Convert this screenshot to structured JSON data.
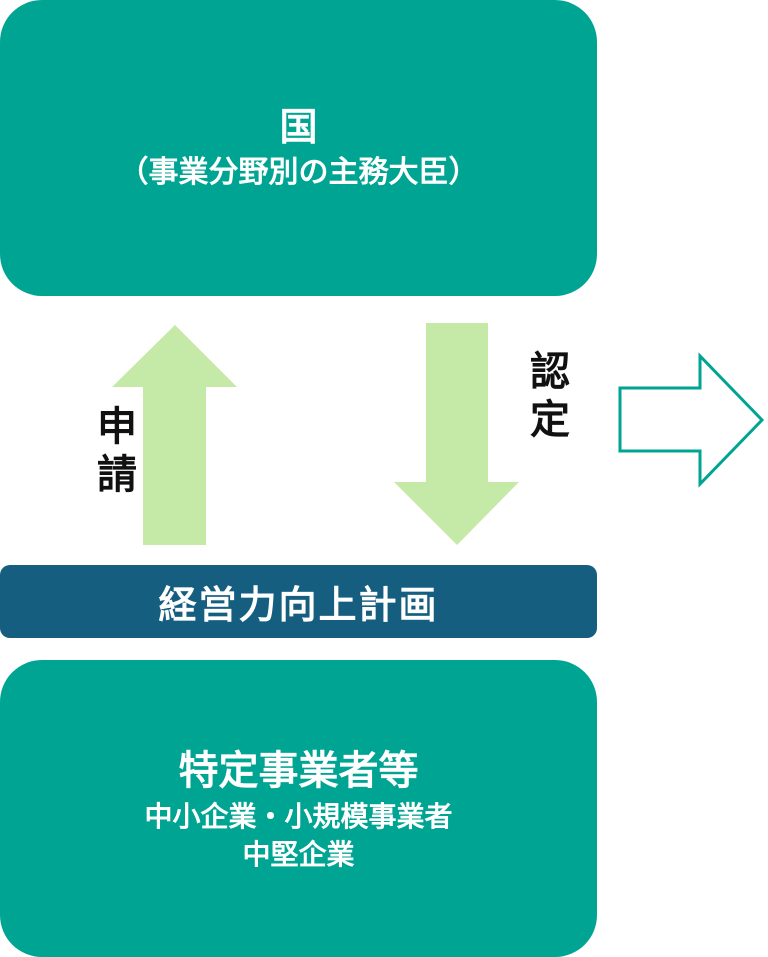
{
  "top_box": {
    "title": "国",
    "subtitle": "（事業分野別の主務大臣）"
  },
  "plan_bar": {
    "label": "経営力向上計画"
  },
  "bottom_box": {
    "title": "特定事業者等",
    "line1": "中小企業・小規模事業者",
    "line2": "中堅企業"
  },
  "arrows": {
    "apply_label": "申請",
    "approve_label": "認定"
  },
  "colors": {
    "teal": "#00A493",
    "navy": "#155E80",
    "light_green": "#C5E9A7"
  }
}
